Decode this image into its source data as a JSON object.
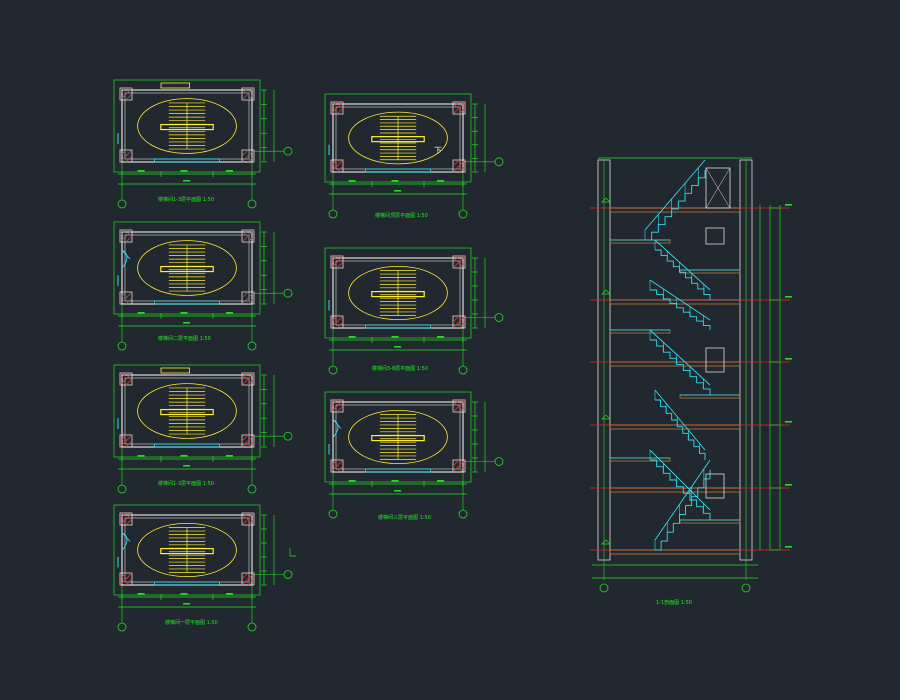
{
  "drawing": {
    "background": "#212830",
    "colors": {
      "dim": "#22dd22",
      "wall": "#dddddd",
      "wall_hatch": "#cc4444",
      "stair": "#ffee33",
      "axis_red": "#ee2222",
      "section_stair": "#33ddee",
      "floor_slab": "#cc8844",
      "text": "#22ee22"
    },
    "plans": [
      {
        "id": "plan-a1",
        "title": "楼梯间1-3层平面图 1:50"
      },
      {
        "id": "plan-a2",
        "title": "楼梯间二层平面图 1:50"
      },
      {
        "id": "plan-a3",
        "title": "楼梯间1-3层平面图 1:50"
      },
      {
        "id": "plan-a4",
        "title": "楼梯间一层平面图 1:50"
      },
      {
        "id": "plan-b1",
        "title": "楼梯间顶层平面图 1:50"
      },
      {
        "id": "plan-b2",
        "title": "楼梯间3-8层平面图 1:50"
      },
      {
        "id": "plan-b3",
        "title": "楼梯间三层平面图 1:50"
      }
    ],
    "plan_labels": {
      "down": "下"
    },
    "section": {
      "title": "1-1剖面图 1:50"
    },
    "icons": [
      "axis-bubble-icon",
      "door-swing-icon",
      "elevation-marker-icon"
    ]
  }
}
